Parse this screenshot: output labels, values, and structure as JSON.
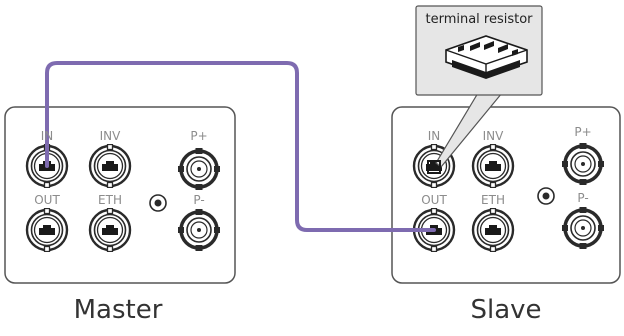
{
  "devices": [
    {
      "caption": "Master",
      "ports": {
        "in": "IN",
        "inv": "INV",
        "out": "OUT",
        "eth": "ETH",
        "p_plus": "P+",
        "p_minus": "P-"
      }
    },
    {
      "caption": "Slave",
      "ports": {
        "in": "IN",
        "inv": "INV",
        "out": "OUT",
        "eth": "ETH",
        "p_plus": "P+",
        "p_minus": "P-"
      }
    }
  ],
  "callout": {
    "label": "terminal resistor"
  },
  "cable": {
    "color": "#7e6bb0",
    "from": "Master IN",
    "to": "Slave OUT"
  },
  "colors": {
    "panel_stroke": "#555555",
    "callout_fill": "#e6e6e6",
    "label_gray": "#8c8c8c"
  }
}
